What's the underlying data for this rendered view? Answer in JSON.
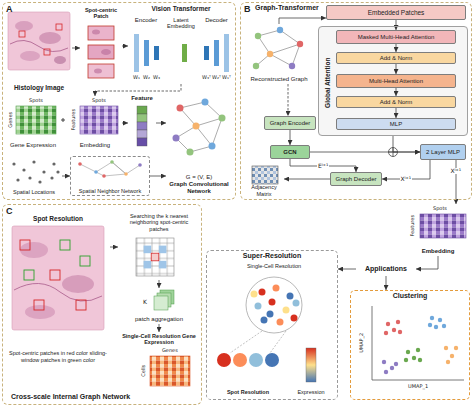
{
  "diagram": {
    "nodes": [
      {
        "text": [
          "A"
        ]
      },
      {
        "text": [
          "Histology Image"
        ],
        "in": 0
      },
      {
        "text": [
          "Spot-centric Patch"
        ],
        "in": 0
      },
      {
        "text": [
          "Vision Transformer"
        ],
        "in": 0
      },
      {
        "text": [
          "Encoder"
        ],
        "in": 3
      },
      {
        "text": [
          "Latent Embedding"
        ],
        "in": 3
      },
      {
        "text": [
          "Decoder"
        ],
        "in": 3
      },
      {
        "text": [
          "Gene Expression"
        ],
        "in": 0
      },
      {
        "text": [
          "Embedding"
        ],
        "in": 0
      },
      {
        "text": [
          "Feature"
        ],
        "in": 0
      },
      {
        "text": [
          "Spatial Neighbor Network"
        ],
        "in": 0
      },
      {
        "text": [
          "Spatial Locations"
        ],
        "in": 0
      },
      {
        "text": [
          "G = (V, E)",
          "Graph Convolutional Network"
        ],
        "in": 0
      },
      {
        "text": [
          "B",
          "Graph-Transformer"
        ]
      },
      {
        "text": [
          "Reconstructed Graph"
        ],
        "in": 13
      },
      {
        "text": [
          "Embedded Patches"
        ],
        "in": 13
      },
      {
        "text": [
          "Global Attention"
        ],
        "in": 13
      },
      {
        "text": [
          "Masked Multi-Head Attention"
        ],
        "in": 16
      },
      {
        "text": [
          "Add & Norm"
        ],
        "in": 16
      },
      {
        "text": [
          "Multi-Head Attention"
        ],
        "in": 16
      },
      {
        "text": [
          "Add & Norm"
        ],
        "in": 16
      },
      {
        "text": [
          "MLP"
        ],
        "in": 16
      },
      {
        "text": [
          "Graph Encoder"
        ],
        "in": 13
      },
      {
        "text": [
          "GCN"
        ],
        "in": 13
      },
      {
        "text": [
          "2 Layer MLP"
        ],
        "in": 13
      },
      {
        "text": [
          "Graph Decoder"
        ],
        "in": 13
      },
      {
        "text": [
          "Adjacency Matrix"
        ],
        "in": 13
      },
      {
        "text": [
          "Embedding"
        ]
      },
      {
        "text": [
          "C",
          "Cross-scale Internal Graph Network"
        ]
      },
      {
        "text": [
          "Spot Resolution",
          "Spot-centric patches in red color sliding-window patches in green color"
        ],
        "in": 28
      },
      {
        "text": [
          "Searching the k nearest neighboring spot-centric patches"
        ],
        "in": 28
      },
      {
        "text": [
          "patch aggregation"
        ],
        "in": 28
      },
      {
        "text": [
          "Single-Cell Resolution Gene Expression"
        ],
        "in": 28
      },
      {
        "text": [
          "Applications"
        ]
      },
      {
        "text": [
          "Super-Resolution"
        ]
      },
      {
        "text": [
          "Single-Cell Resolution"
        ],
        "in": 34
      },
      {
        "text": [
          "Spot Resolution"
        ],
        "in": 34
      },
      {
        "text": [
          "Expression"
        ],
        "in": 34
      },
      {
        "text": [
          "Clustering"
        ]
      }
    ],
    "edges": [
      {
        "from": 1,
        "to": 2,
        "arrow": "to"
      },
      {
        "from": 2,
        "to": 3,
        "arrow": "to"
      },
      {
        "from": 5,
        "to": 8,
        "arrow": "to"
      },
      {
        "from": 8,
        "to": 9,
        "arrow": "to"
      },
      {
        "from": 11,
        "to": 10,
        "arrow": "to"
      },
      {
        "from": 9,
        "to": 12,
        "arrow": "to"
      },
      {
        "from": 10,
        "to": 12,
        "arrow": "to"
      },
      {
        "from": 14,
        "to": 15,
        "arrow": "to"
      },
      {
        "from": 15,
        "to": 17,
        "arrow": "to"
      },
      {
        "from": 17,
        "to": 18,
        "arrow": "to"
      },
      {
        "from": 18,
        "to": 19,
        "arrow": "to"
      },
      {
        "from": 19,
        "to": 20,
        "arrow": "to"
      },
      {
        "from": 20,
        "to": 21,
        "arrow": "to"
      },
      {
        "from": 14,
        "to": 22,
        "arrow": "to"
      },
      {
        "from": 22,
        "to": 23,
        "arrow": "to"
      },
      {
        "from": 23,
        "to": 24,
        "arrow": "to"
      },
      {
        "from": 16,
        "to": 24,
        "arrow": "to"
      },
      {
        "from": 23,
        "to": 25,
        "label": "Eˡ⁺¹",
        "arrow": "to"
      },
      {
        "from": 24,
        "to": 25,
        "label": "Xˡ⁺¹",
        "arrow": "to"
      },
      {
        "from": 25,
        "to": 26,
        "arrow": "to"
      },
      {
        "from": 24,
        "to": 27,
        "label": "Xˡ⁺¹",
        "arrow": "to"
      },
      {
        "from": 27,
        "to": 33,
        "arrow": "to"
      },
      {
        "from": 33,
        "to": 34,
        "arrow": "to"
      },
      {
        "from": 33,
        "to": 38,
        "arrow": "to"
      },
      {
        "from": 29,
        "to": 30,
        "arrow": "to"
      },
      {
        "from": 30,
        "to": 31,
        "arrow": "to"
      },
      {
        "from": 31,
        "to": 32,
        "arrow": "to"
      }
    ],
    "labels": [
      "W₁",
      "W₂",
      "W₃",
      "W₃ᵀ",
      "W₂ᵀ",
      "W₁ᵀ",
      "Spots",
      "Genes",
      "Spots",
      "Features",
      "Spots",
      "Features",
      "K",
      "Genes",
      "Cells",
      "UMAP_2",
      "UMAP_1"
    ]
  }
}
